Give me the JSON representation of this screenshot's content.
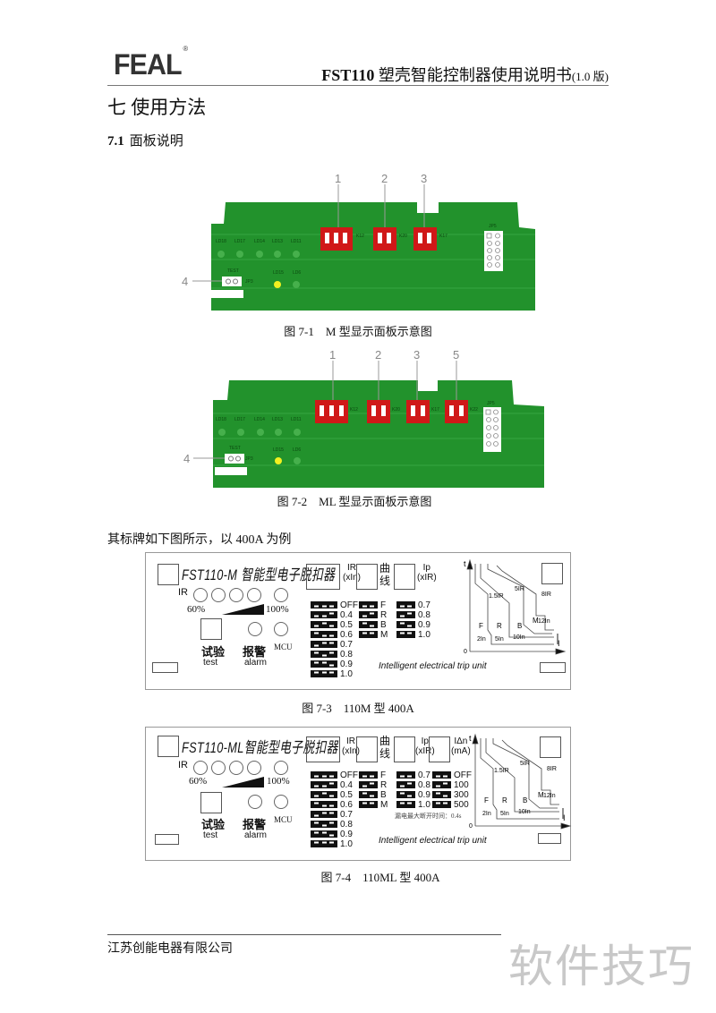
{
  "header": {
    "logo": "FEAL",
    "logo_mark": "®",
    "title_model": "FST110",
    "title_text": "塑壳智能控制器使用说明书",
    "title_version": "(1.0 版)"
  },
  "section": {
    "title": "七  使用方法",
    "sub_number": "7.1",
    "sub_title": "面板说明"
  },
  "figures": {
    "fig1": {
      "caption": "图 7-1    M 型显示面板示意图",
      "callouts": [
        "1",
        "2",
        "3",
        "4"
      ]
    },
    "fig2": {
      "caption": "图 7-2    ML 型显示面板示意图",
      "callouts": [
        "1",
        "2",
        "3",
        "5",
        "4"
      ]
    },
    "fig3": {
      "caption": "图 7-3    110M 型 400A"
    },
    "fig4": {
      "caption": "图 7-4    110ML 型 400A"
    }
  },
  "pcb": {
    "led_labels": [
      "LD18",
      "LD17",
      "LD14",
      "LD13",
      "LD11"
    ],
    "test_label": "TEST",
    "jp3": "JP3",
    "jp5": "JP5",
    "ld15": "LD15",
    "ld6": "LD6",
    "switch_ids": [
      "K12",
      "K20",
      "K17",
      "K22"
    ],
    "on": "ON"
  },
  "intro": "其标牌如下图所示，以 400A 为例",
  "panel_m": {
    "title": "FST110-M 智能型电子脱扣器",
    "ir": "IR",
    "pct_low": "60%",
    "pct_high": "100%",
    "test_cn": "试验",
    "test_en": "test",
    "alarm_cn": "报警",
    "alarm_en": "alarm",
    "mcu": "MCU",
    "box_ir": "IR",
    "box_ir_unit": "(xIn)",
    "box_curve_1": "曲",
    "box_curve_2": "线",
    "box_ip": "Ip",
    "box_ip_unit": "(xIR)",
    "slogan": "Intelligent  electrical  trip  unit",
    "curve": {
      "t": "t",
      "zero": "0",
      "i": "I",
      "l1": "1.5IR",
      "l2": "5IR",
      "l3": "8IR",
      "f": "F",
      "r": "R",
      "b": "B",
      "m": "M",
      "n1": "2In",
      "n2": "5In",
      "n3": "10In",
      "n4": "12In"
    },
    "columns": [
      [
        {
          "v": "OFF",
          "p": "000"
        },
        {
          "v": "0.4",
          "p": "001"
        },
        {
          "v": "0.5",
          "p": "010"
        },
        {
          "v": "0.6",
          "p": "100"
        },
        {
          "v": "0.7",
          "p": "011"
        },
        {
          "v": "0.8",
          "p": "101"
        },
        {
          "v": "0.9",
          "p": "110"
        },
        {
          "v": "1.0",
          "p": "111"
        }
      ],
      [
        {
          "v": "F",
          "p": "00"
        },
        {
          "v": "R",
          "p": "01"
        },
        {
          "v": "B",
          "p": "10"
        },
        {
          "v": "M",
          "p": "11"
        }
      ],
      [
        {
          "v": "0.7",
          "p": "00"
        },
        {
          "v": "0.8",
          "p": "01"
        },
        {
          "v": "0.9",
          "p": "10"
        },
        {
          "v": "1.0",
          "p": "11"
        }
      ]
    ]
  },
  "panel_ml": {
    "title": "FST110-ML智能型电子脱扣器",
    "ir": "IR",
    "pct_low": "60%",
    "pct_high": "100%",
    "test_cn": "试验",
    "test_en": "test",
    "alarm_cn": "报警",
    "alarm_en": "alarm",
    "mcu": "MCU",
    "box_ir": "IR",
    "box_ir_unit": "(xIn)",
    "box_curve_1": "曲",
    "box_curve_2": "线",
    "box_ip": "Ip",
    "box_ip_unit": "(xIR)",
    "box_idn": "IΔn",
    "box_idn_unit": "(mA)",
    "note": "漏电最大断开时间：0.4s",
    "slogan": "Intelligent  electrical  trip  unit",
    "curve": {
      "t": "t",
      "zero": "0",
      "i": "I",
      "l1": "1.5IR",
      "l2": "5IR",
      "l3": "8IR",
      "f": "F",
      "r": "R",
      "b": "B",
      "m": "M",
      "n1": "2In",
      "n2": "5In",
      "n3": "10In",
      "n4": "12In"
    },
    "columns": [
      [
        {
          "v": "OFF",
          "p": "000"
        },
        {
          "v": "0.4",
          "p": "001"
        },
        {
          "v": "0.5",
          "p": "010"
        },
        {
          "v": "0.6",
          "p": "100"
        },
        {
          "v": "0.7",
          "p": "011"
        },
        {
          "v": "0.8",
          "p": "101"
        },
        {
          "v": "0.9",
          "p": "110"
        },
        {
          "v": "1.0",
          "p": "111"
        }
      ],
      [
        {
          "v": "F",
          "p": "00"
        },
        {
          "v": "R",
          "p": "01"
        },
        {
          "v": "B",
          "p": "10"
        },
        {
          "v": "M",
          "p": "11"
        }
      ],
      [
        {
          "v": "0.7",
          "p": "00"
        },
        {
          "v": "0.8",
          "p": "01"
        },
        {
          "v": "0.9",
          "p": "10"
        },
        {
          "v": "1.0",
          "p": "11"
        }
      ],
      [
        {
          "v": "OFF",
          "p": "00"
        },
        {
          "v": "100",
          "p": "01"
        },
        {
          "v": "300",
          "p": "10"
        },
        {
          "v": "500",
          "p": "11"
        }
      ]
    ]
  },
  "footer": {
    "company": "江苏创能电器有限公司"
  },
  "watermark": "软件技巧",
  "colors": {
    "pcb": "#1f8f2a",
    "switch": "#d01818",
    "led_on": "#f2f020"
  }
}
